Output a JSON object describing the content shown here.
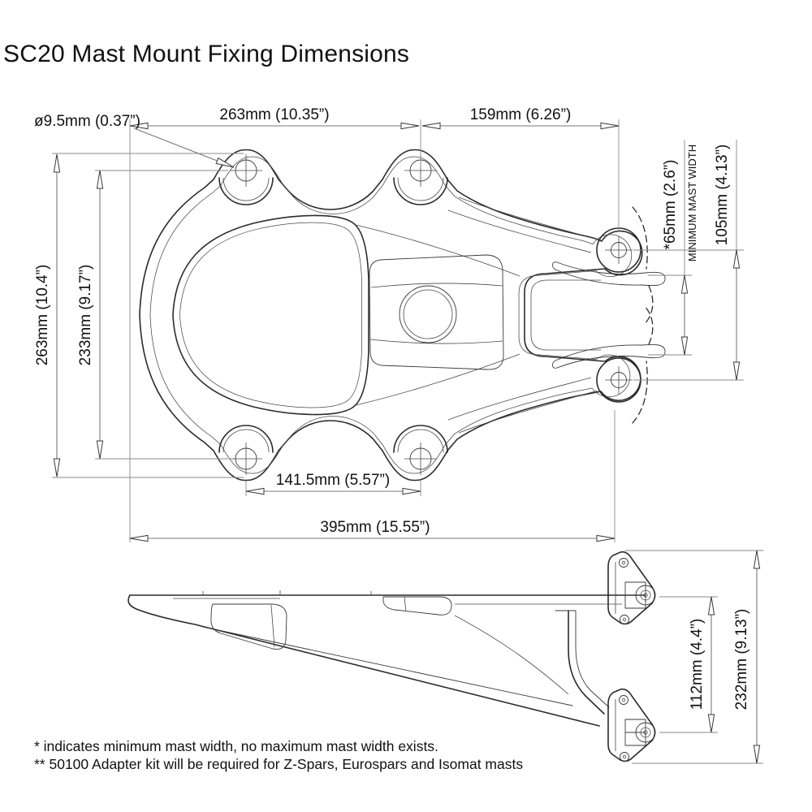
{
  "title": "SC20 Mast Mount Fixing Dimensions",
  "top_view": {
    "hole_diameter": "ø9.5mm (0.37”)",
    "hole_span_horizontal": "263mm (10.35”)",
    "hole_to_clamp": "159mm (6.26”)",
    "overall_height": "263mm (10.4”)",
    "hole_span_vertical": "233mm (9.17”)",
    "minimum_mast_width": "*65mm (2.6”)",
    "minimum_mast_width_caption": "MINIMUM MAST WIDTH",
    "clamp_centers": "105mm (4.13”)",
    "lower_hole_span": "141.5mm (5.57”)",
    "overall_width": "395mm (15.55”)"
  },
  "side_view": {
    "bolt_centers": "112mm (4.4”)",
    "overall_depth": "232mm (9.13”)"
  },
  "footnotes": [
    "* indicates minimum mast width, no maximum mast width exists.",
    "** 50100 Adapter kit will be required for Z-Spars, Eurospars and Isomat masts"
  ]
}
